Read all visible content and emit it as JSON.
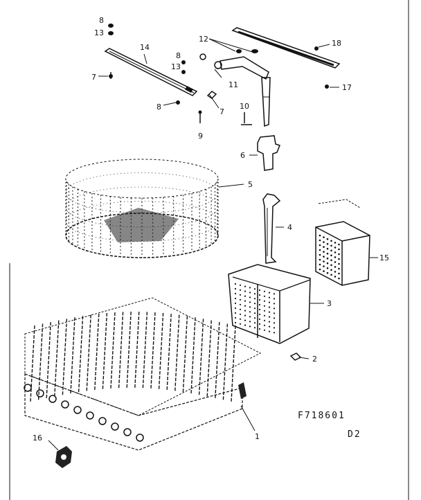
{
  "diagram": {
    "drawing_code": "F718601",
    "drawing_suffix": "D2",
    "parts": [
      {
        "id": "p8a",
        "number": "8"
      },
      {
        "id": "p13a",
        "number": "13"
      },
      {
        "id": "p14",
        "number": "14"
      },
      {
        "id": "p7a",
        "number": "7"
      },
      {
        "id": "p8b",
        "number": "8"
      },
      {
        "id": "p13b",
        "number": "13"
      },
      {
        "id": "p8c",
        "number": "8"
      },
      {
        "id": "p7b",
        "number": "7"
      },
      {
        "id": "p9",
        "number": "9"
      },
      {
        "id": "p12",
        "number": "12"
      },
      {
        "id": "p11",
        "number": "11"
      },
      {
        "id": "p10",
        "number": "10"
      },
      {
        "id": "p18",
        "number": "18"
      },
      {
        "id": "p17",
        "number": "17"
      },
      {
        "id": "p6",
        "number": "6"
      },
      {
        "id": "p5",
        "number": "5"
      },
      {
        "id": "p4",
        "number": "4"
      },
      {
        "id": "p15",
        "number": "15"
      },
      {
        "id": "p3",
        "number": "3"
      },
      {
        "id": "p2",
        "number": "2"
      },
      {
        "id": "p1",
        "number": "1"
      },
      {
        "id": "p16",
        "number": "16"
      }
    ]
  }
}
